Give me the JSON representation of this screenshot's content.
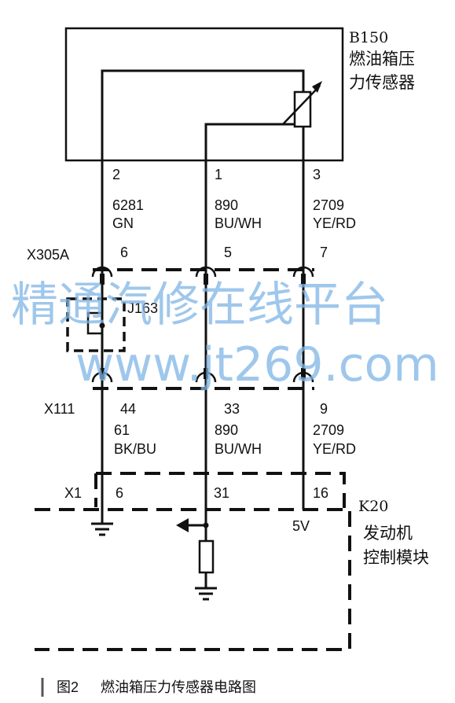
{
  "sensor": {
    "code": "B150",
    "name_line1": "燃油箱压",
    "name_line2": "力传感器"
  },
  "sensor_pins": [
    {
      "pin": "2",
      "circuit": "6281",
      "color": "GN"
    },
    {
      "pin": "1",
      "circuit": "890",
      "color": "BU/WH"
    },
    {
      "pin": "3",
      "circuit": "2709",
      "color": "YE/RD"
    }
  ],
  "connector_x305a": {
    "label": "X305A",
    "pins": [
      "6",
      "5",
      "7"
    ]
  },
  "splice": {
    "label": "J163"
  },
  "connector_x111": {
    "label": "X111",
    "pins": [
      "44",
      "33",
      "9"
    ]
  },
  "x111_wires": [
    {
      "circuit": "61",
      "color": "BK/BU"
    },
    {
      "circuit": "890",
      "color": "BU/WH"
    },
    {
      "circuit": "2709",
      "color": "YE/RD"
    }
  ],
  "connector_x1": {
    "label": "X1",
    "pins": [
      "6",
      "31",
      "16"
    ]
  },
  "supply_voltage": "5V",
  "module": {
    "code": "K20",
    "name_line1": "发动机",
    "name_line2": "控制模块"
  },
  "watermark": {
    "line1": "精通汽修在线平台",
    "line2": "www.jt269.com"
  },
  "caption": {
    "figure": "图2",
    "title": "燃油箱压力传感器电路图"
  }
}
